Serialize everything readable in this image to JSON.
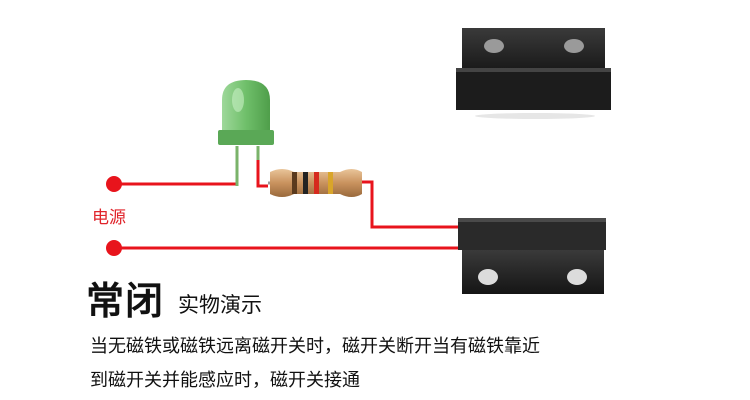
{
  "power_label": "电源",
  "title_main": "常闭",
  "title_sub": "实物演示",
  "description_line1": "当无磁铁或磁铁远离磁开关时，磁开关断开当有磁铁靠近",
  "description_line2": "到磁开关并能感应时，磁开关接通",
  "colors": {
    "wire": "#e8141c",
    "led": "#6fbf6a",
    "switch_body": "#1e1e1e"
  }
}
